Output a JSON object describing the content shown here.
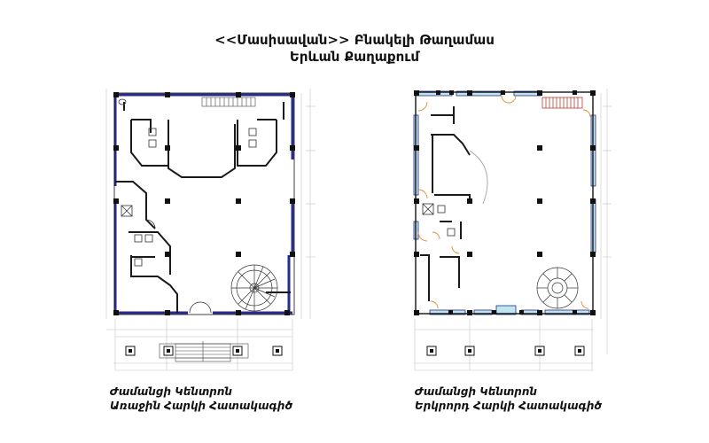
{
  "title": {
    "line1": "<<Մասիսավան>> Բնակելի Թաղամաս",
    "line2": "Երևան Քաղաքում"
  },
  "plans": [
    {
      "line1": "Ժամանցի Կենտրոն",
      "line2": "Առաջին Հարկի Հատակագիծ"
    },
    {
      "line1": "Ժամանցի Կենտրոն",
      "line2": "Երկրորդ Հարկի Հատակագիծ"
    }
  ],
  "colors": {
    "wall": "#1a1a1a",
    "window": "#2a2a8a",
    "glass": "#bfe6ec",
    "door": "#e08a2c",
    "stair": "#c0392b",
    "dim": "#b9b9b9"
  }
}
